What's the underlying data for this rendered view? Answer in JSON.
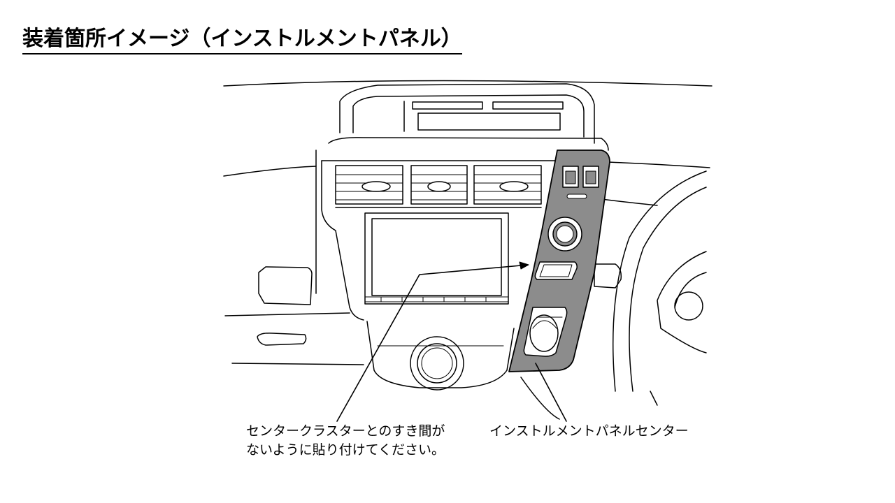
{
  "title": "装着箇所イメージ（インストルメントパネル）",
  "callouts": {
    "left_line1": "センタークラスターとのすき間が",
    "left_line2": "ないように貼り付けてください。",
    "right": "インストルメントパネルセンター"
  },
  "colors": {
    "line": "#000000",
    "highlight": "#8c8c8c",
    "background": "#ffffff"
  }
}
